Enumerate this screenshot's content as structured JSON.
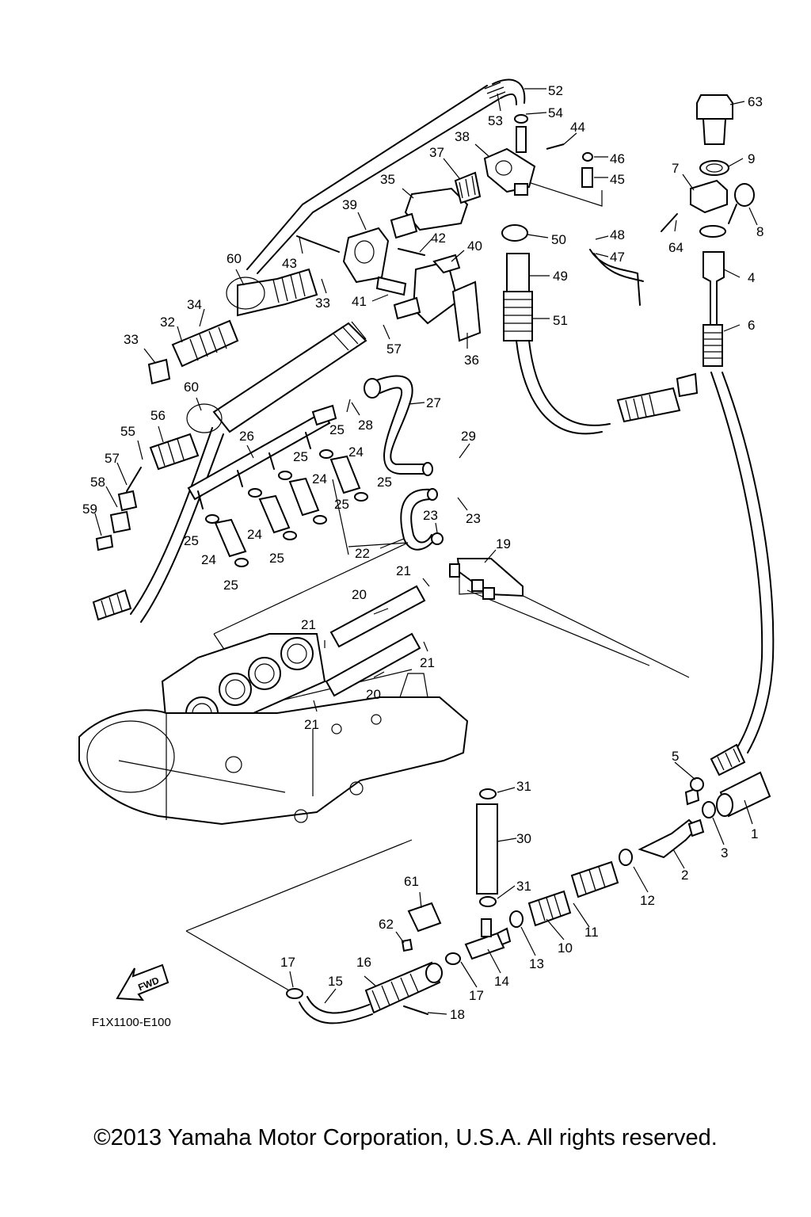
{
  "diagram": {
    "code": "F1X1100-E100",
    "fwd_arrow_text": "FWD",
    "copyright": "©2013 Yamaha Motor Corporation, U.S.A. All rights reserved.",
    "callouts": [
      "1",
      "2",
      "3",
      "4",
      "5",
      "6",
      "7",
      "8",
      "9",
      "10",
      "11",
      "12",
      "13",
      "14",
      "15",
      "16",
      "17",
      "17",
      "18",
      "19",
      "20",
      "20",
      "21",
      "21",
      "21",
      "21",
      "22",
      "23",
      "23",
      "24",
      "24",
      "24",
      "24",
      "25",
      "25",
      "25",
      "25",
      "25",
      "25",
      "25",
      "26",
      "27",
      "28",
      "29",
      "30",
      "31",
      "31",
      "32",
      "33",
      "33",
      "34",
      "35",
      "36",
      "37",
      "38",
      "39",
      "40",
      "41",
      "42",
      "43",
      "44",
      "45",
      "46",
      "47",
      "48",
      "49",
      "50",
      "51",
      "52",
      "53",
      "54",
      "55",
      "56",
      "57",
      "57",
      "58",
      "59",
      "60",
      "60",
      "61",
      "62",
      "63",
      "64"
    ]
  }
}
